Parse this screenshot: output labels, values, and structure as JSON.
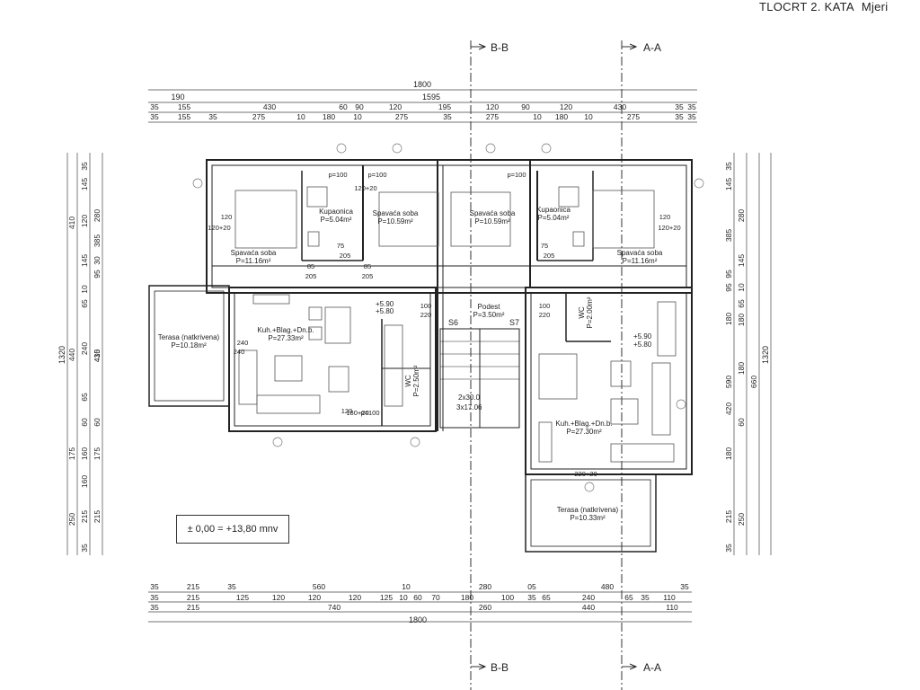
{
  "header": {
    "title": "TLOCRT 2. KATA",
    "scale_label": "Mjeri"
  },
  "sections": {
    "bb": "B-B",
    "aa": "A-A"
  },
  "level_marker": "± 0,00 = +13,80 mnv",
  "dims": {
    "top": {
      "row0": {
        "value": "1800"
      },
      "row1": [
        "190",
        "1595"
      ],
      "row2": [
        "35",
        "155",
        "430",
        "60",
        "90",
        "120",
        "195",
        "120",
        "90",
        "120",
        "430",
        "35",
        "35"
      ],
      "row3": [
        "35",
        "155",
        "35",
        "275",
        "10",
        "180",
        "10",
        "275",
        "35",
        "275",
        "10",
        "180",
        "10",
        "275",
        "35",
        "35"
      ]
    },
    "bottom": {
      "row1": [
        "35",
        "215",
        "35",
        "560",
        "10",
        "280",
        "05",
        "480",
        "35"
      ],
      "row2": [
        "35",
        "215",
        "125",
        "120",
        "120",
        "120",
        "125",
        "10",
        "60",
        "70",
        "180",
        "100",
        "35",
        "65",
        "240",
        "65",
        "35",
        "110"
      ],
      "row3": [
        "35",
        "215",
        "740",
        "260",
        "440",
        "110"
      ],
      "row4": "1800"
    },
    "left": {
      "total": "1320",
      "col1": [
        "410",
        "440",
        "175",
        "250"
      ],
      "col2": [
        "35",
        "145",
        "120",
        "145",
        "10",
        "65",
        "240",
        "65",
        "60",
        "160",
        "160",
        "215",
        "35"
      ],
      "col3": [
        "280",
        "385",
        "30",
        "95",
        "430",
        "415",
        "60",
        "175",
        "215"
      ]
    },
    "right": {
      "total": "1320",
      "col1": [
        "35",
        "145",
        "385",
        "95",
        "95",
        "180",
        "590",
        "420",
        "180",
        "215",
        "35"
      ],
      "col2": [
        "280",
        "145",
        "10",
        "65",
        "180",
        "180",
        "60",
        "250"
      ],
      "col3": [
        "660"
      ]
    }
  },
  "rooms": [
    {
      "name": "Spavaća soba",
      "area": "P=11.16m²"
    },
    {
      "name": "Kupaonica",
      "area": "P=5.04m²"
    },
    {
      "name": "Spavaća soba",
      "area": "P=10.59m²"
    },
    {
      "name": "Spavaća soba",
      "area": "P=10.59m²"
    },
    {
      "name": "Kupaonica",
      "area": "P=5.04m²"
    },
    {
      "name": "Spavaća soba",
      "area": "P=11.16m²"
    },
    {
      "name": "Terasa (natkrivena)",
      "area": "P=10.18m²"
    },
    {
      "name": "Kuh.+Blag.+Dn.b.",
      "area": "P=27.33m²"
    },
    {
      "name": "WC",
      "area": "P=2.50m²"
    },
    {
      "name": "Podest",
      "area": "P=3.50m²"
    },
    {
      "name": "WC",
      "area": "P=2.00m²"
    },
    {
      "name": "Kuh.+Blag.+Dn.b.",
      "area": "P=27.30m²"
    },
    {
      "name": "Terasa (natkrivena)",
      "area": "P=10.33m²"
    }
  ],
  "labels": {
    "s6": "S6",
    "s7": "S7",
    "stair": "2x30.0",
    "stair2": "3x17.06",
    "elev_l1": "+5.90",
    "elev_l2": "+5.80",
    "elev_r1": "+5.90",
    "elev_r2": "+5.80",
    "openings": [
      "p=100",
      "120+20",
      "120",
      "120+20",
      "p=100",
      "85",
      "205",
      "85",
      "205",
      "100",
      "220",
      "100",
      "220",
      "120",
      "180+20",
      "p=100",
      "240",
      "240",
      "220+20",
      "75",
      "205",
      "75",
      "205",
      "120",
      "120+20",
      "p=100"
    ]
  }
}
